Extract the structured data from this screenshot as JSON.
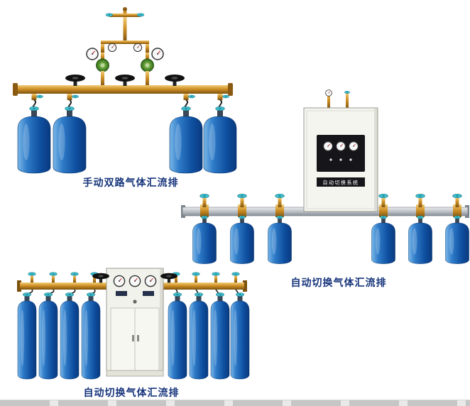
{
  "page": {
    "background_color": "#ffffff",
    "caption_color": "#17357c"
  },
  "products": [
    {
      "name": "manual-dual-gas-manifold",
      "caption": "手动双路气体汇流排",
      "cylinders": 4
    },
    {
      "name": "auto-switch-gas-manifold-wall-cabinet",
      "caption": "自动切换气体汇流排",
      "cabinet_label": "自动切换系统",
      "cylinders": 6
    },
    {
      "name": "auto-switch-gas-manifold-floor-cabinet",
      "caption": "自动切换气体汇流排",
      "cylinders": 8
    }
  ],
  "colors": {
    "cylinder_blue": "#0e4e9f",
    "brass_pipe": "#cf9126",
    "steel_pipe": "#bcc1c7",
    "valve_teal": "#3fc0d0",
    "cabinet_body": "#f5f5f0",
    "panel_black": "#16161a",
    "regulator_green": "#4c8a22"
  }
}
